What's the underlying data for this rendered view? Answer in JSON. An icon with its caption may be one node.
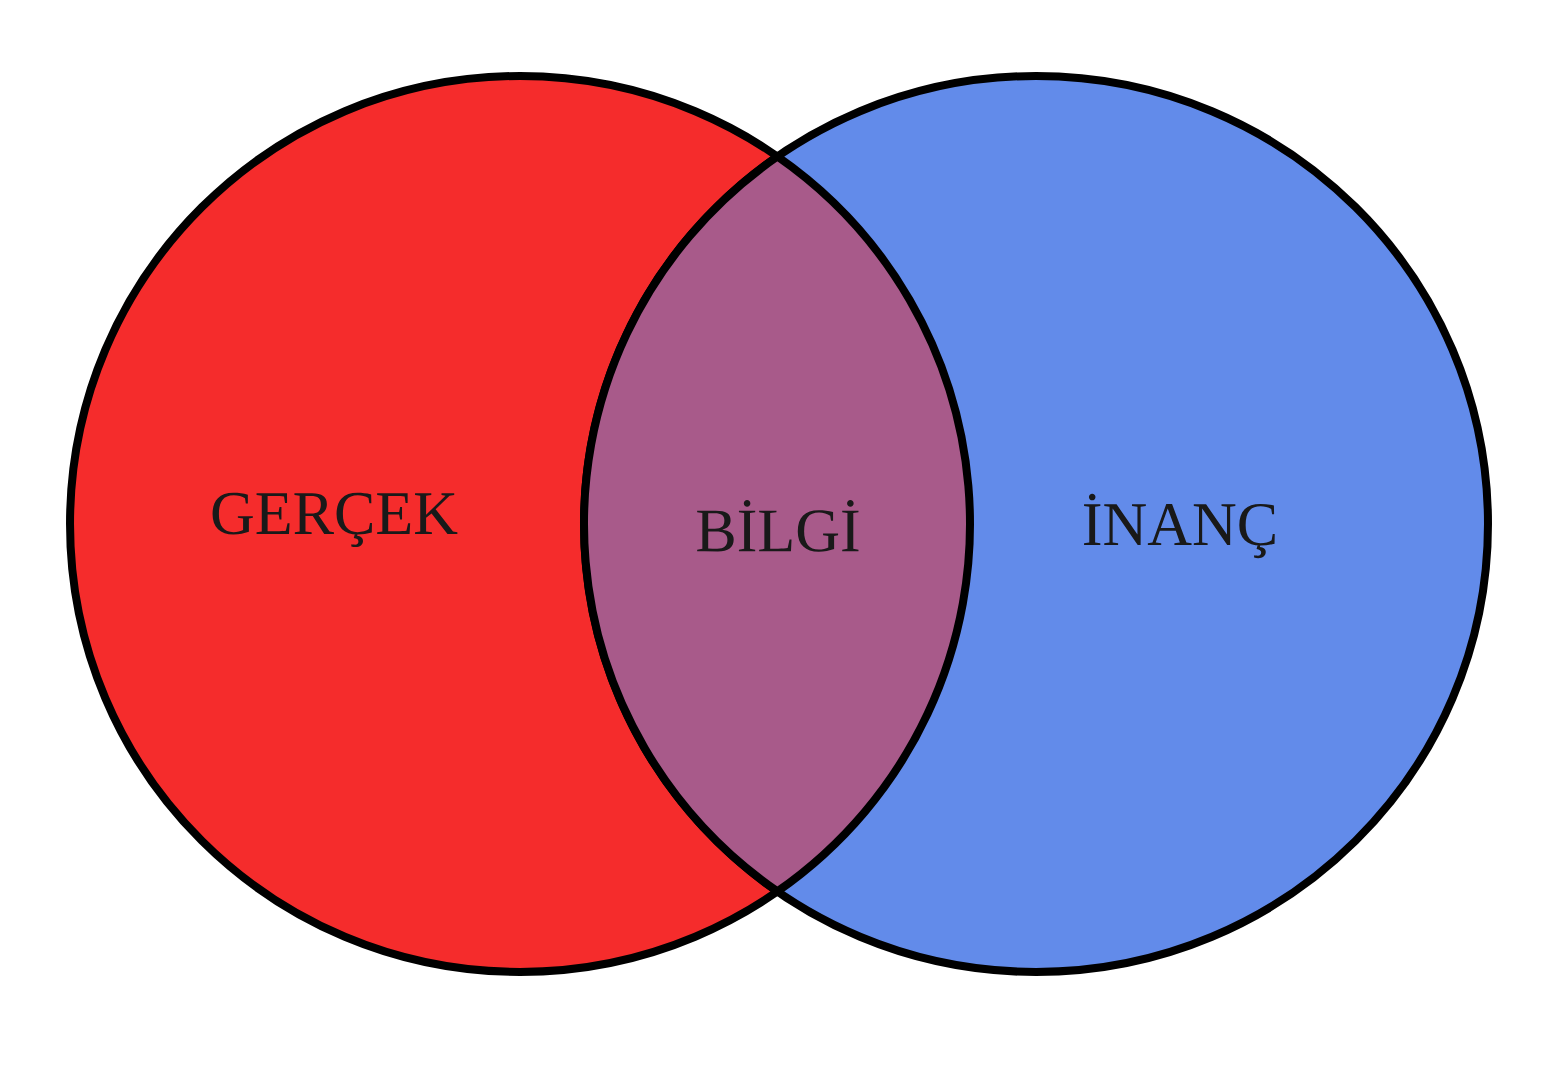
{
  "diagram": {
    "nodes": [
      {
        "text": [
          "GERÇEK"
        ]
      },
      {
        "text": [
          "İNANÇ"
        ]
      },
      {
        "text": [
          "BİLGİ"
        ]
      }
    ]
  }
}
